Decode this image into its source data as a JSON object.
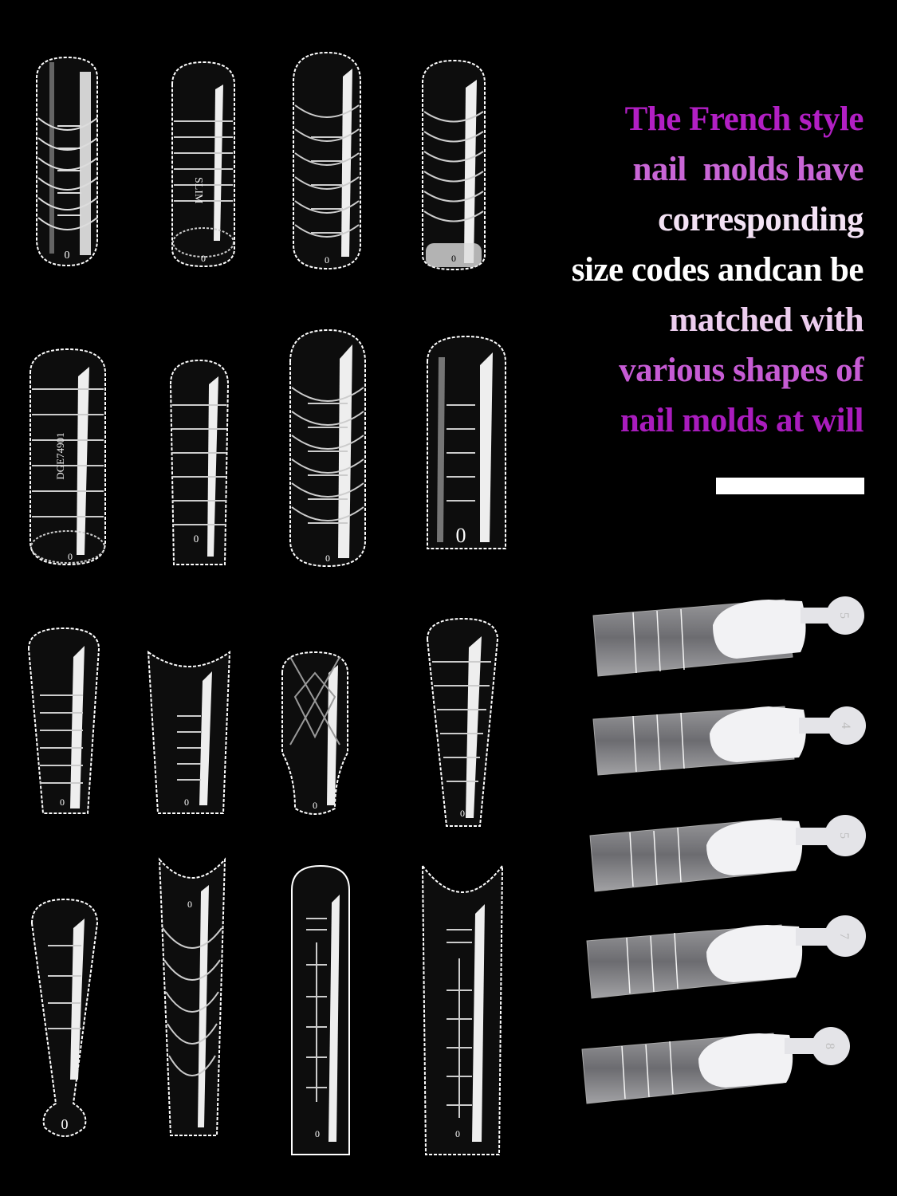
{
  "headline": {
    "lines": [
      {
        "text": "The French style",
        "color": "#b21fc4"
      },
      {
        "text": "nail  molds have",
        "color": "#c966d6"
      },
      {
        "text": "corresponding",
        "color": "#f3e2f4"
      },
      {
        "text": "size codes andcan be",
        "color": "#ffffff"
      },
      {
        "text": "matched with",
        "color": "#eccdee"
      },
      {
        "text": "various shapes of",
        "color": "#c65bd4"
      },
      {
        "text": "nail molds at will",
        "color": "#a91cbd"
      }
    ]
  },
  "divider": {
    "color": "#ffffff"
  },
  "mold_grid": {
    "rows": 4,
    "columns": 4,
    "items": [
      {
        "shape": "coffin",
        "size_code": "0"
      },
      {
        "shape": "square",
        "size_code": "0",
        "embossed_text": "SLIM"
      },
      {
        "shape": "coffin",
        "size_code": "0"
      },
      {
        "shape": "square",
        "size_code": "0"
      },
      {
        "shape": "square",
        "size_code": "0",
        "embossed_text": "DGE74901"
      },
      {
        "shape": "narrow-square",
        "size_code": "0"
      },
      {
        "shape": "oval-long",
        "size_code": "0"
      },
      {
        "shape": "square-long",
        "size_code": "0"
      },
      {
        "shape": "tapered",
        "size_code": "0"
      },
      {
        "shape": "duck",
        "size_code": "0"
      },
      {
        "shape": "ballerina-cross",
        "size_code": "0"
      },
      {
        "shape": "stiletto",
        "size_code": "0"
      },
      {
        "shape": "stiletto-tab",
        "size_code": "0"
      },
      {
        "shape": "pipe-curve",
        "size_code": "0"
      },
      {
        "shape": "long-square",
        "size_code": "0"
      },
      {
        "shape": "long-duck",
        "size_code": "0"
      }
    ]
  },
  "dual_forms": [
    {
      "size_code": "5"
    },
    {
      "size_code": "4"
    },
    {
      "size_code": "5"
    },
    {
      "size_code": "7"
    },
    {
      "size_code": "8"
    }
  ]
}
